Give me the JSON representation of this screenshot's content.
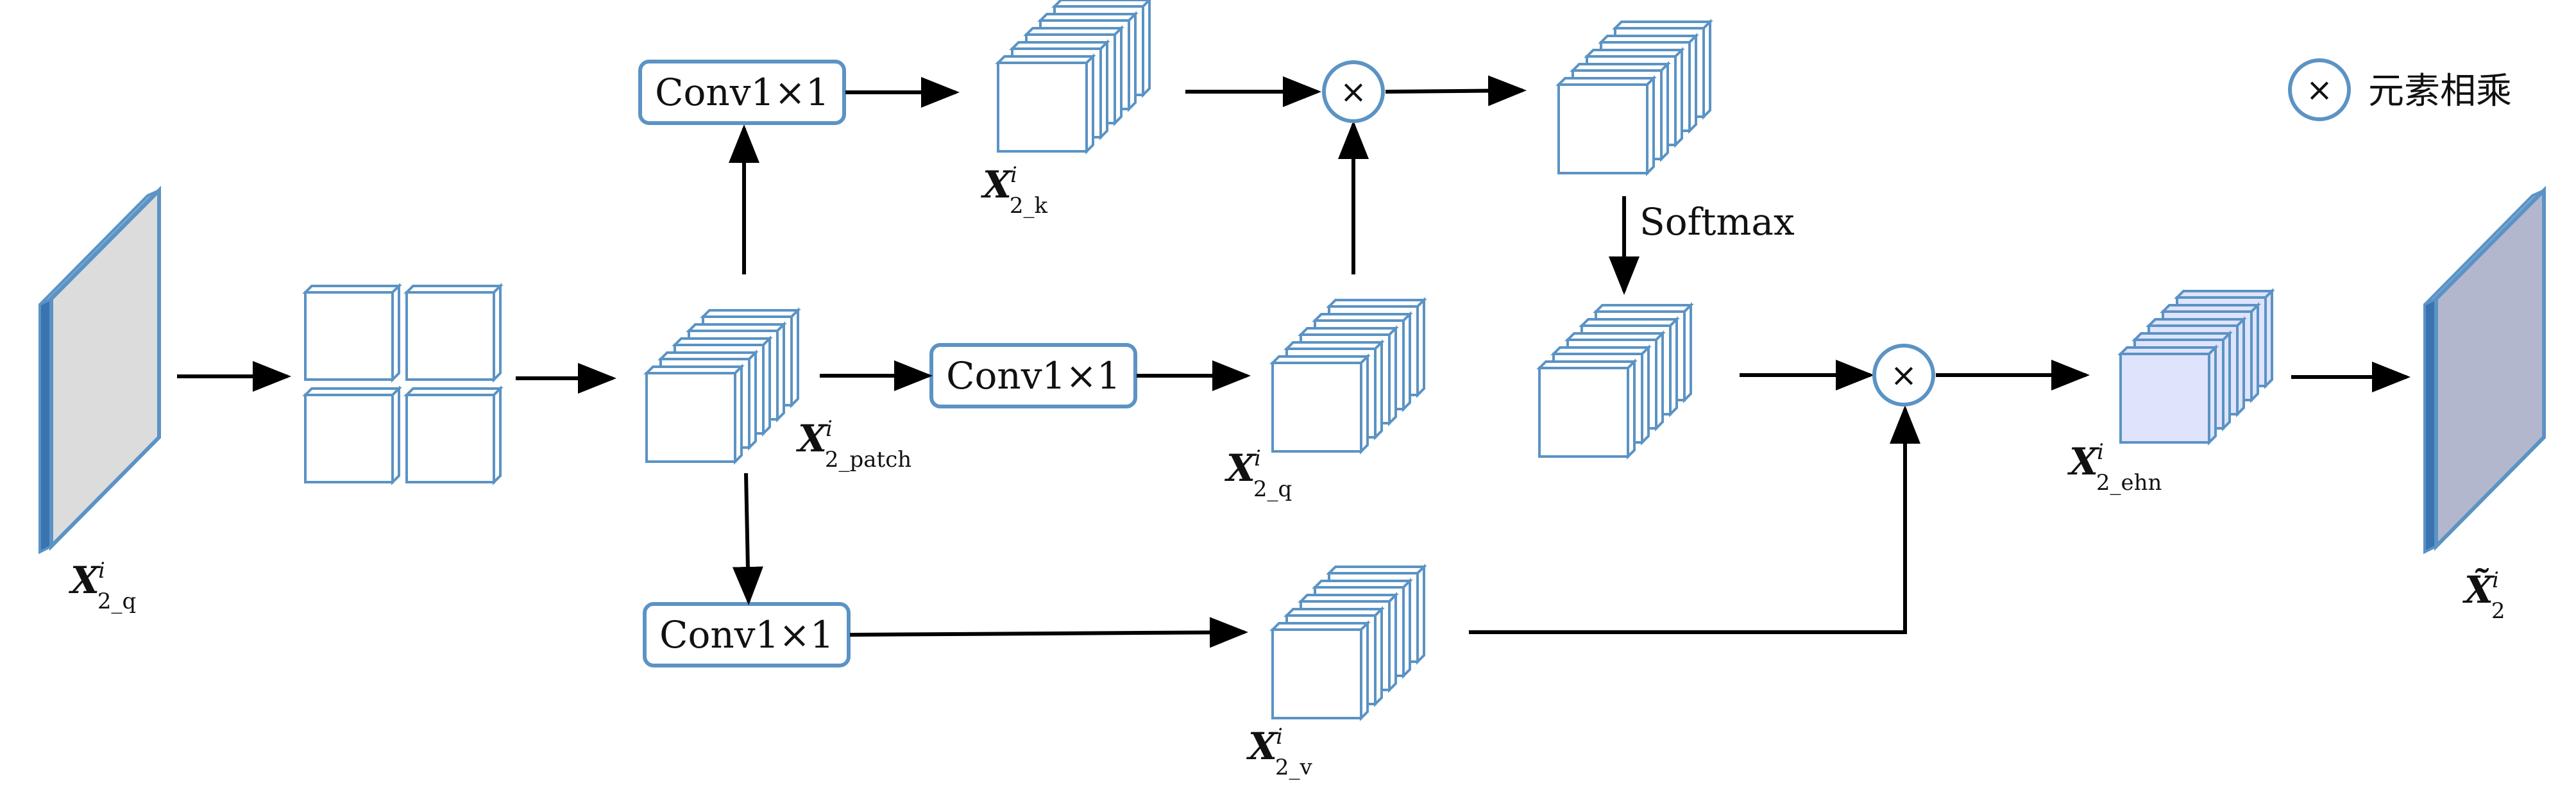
{
  "colors": {
    "accent": "#5b93c4",
    "box_border": "#5b93c4",
    "cube_face": "#ffffff",
    "cube_edge": "#5b93c4",
    "input_panel": "#dcdcdc",
    "enhanced_cube": "#dfe3fb",
    "output_panel": "#b3b7cd",
    "arrow": "#000000"
  },
  "conv_blocks": [
    {
      "label": "Conv1×1"
    },
    {
      "label": "Conv1×1"
    },
    {
      "label": "Conv1×1"
    }
  ],
  "symbols": {
    "input": {
      "base": "X",
      "sup": "i",
      "sub": "2_q"
    },
    "patch": {
      "base": "X",
      "sup": "i",
      "sub": "2_patch"
    },
    "key": {
      "base": "X",
      "sup": "i",
      "sub": "2_k"
    },
    "query": {
      "base": "X",
      "sup": "i",
      "sub": "2_q"
    },
    "value": {
      "base": "X",
      "sup": "i",
      "sub": "2_v"
    },
    "enh": {
      "base": "X",
      "sup": "i",
      "sub": "2_ehn"
    },
    "output": {
      "base": "X̃",
      "sup": "i",
      "sub": "2"
    }
  },
  "softmax_label": "Softmax",
  "multiply_glyph": "×",
  "legend": {
    "icon": "multiply-circle-icon",
    "glyph": "×",
    "text": "元素相乘"
  }
}
